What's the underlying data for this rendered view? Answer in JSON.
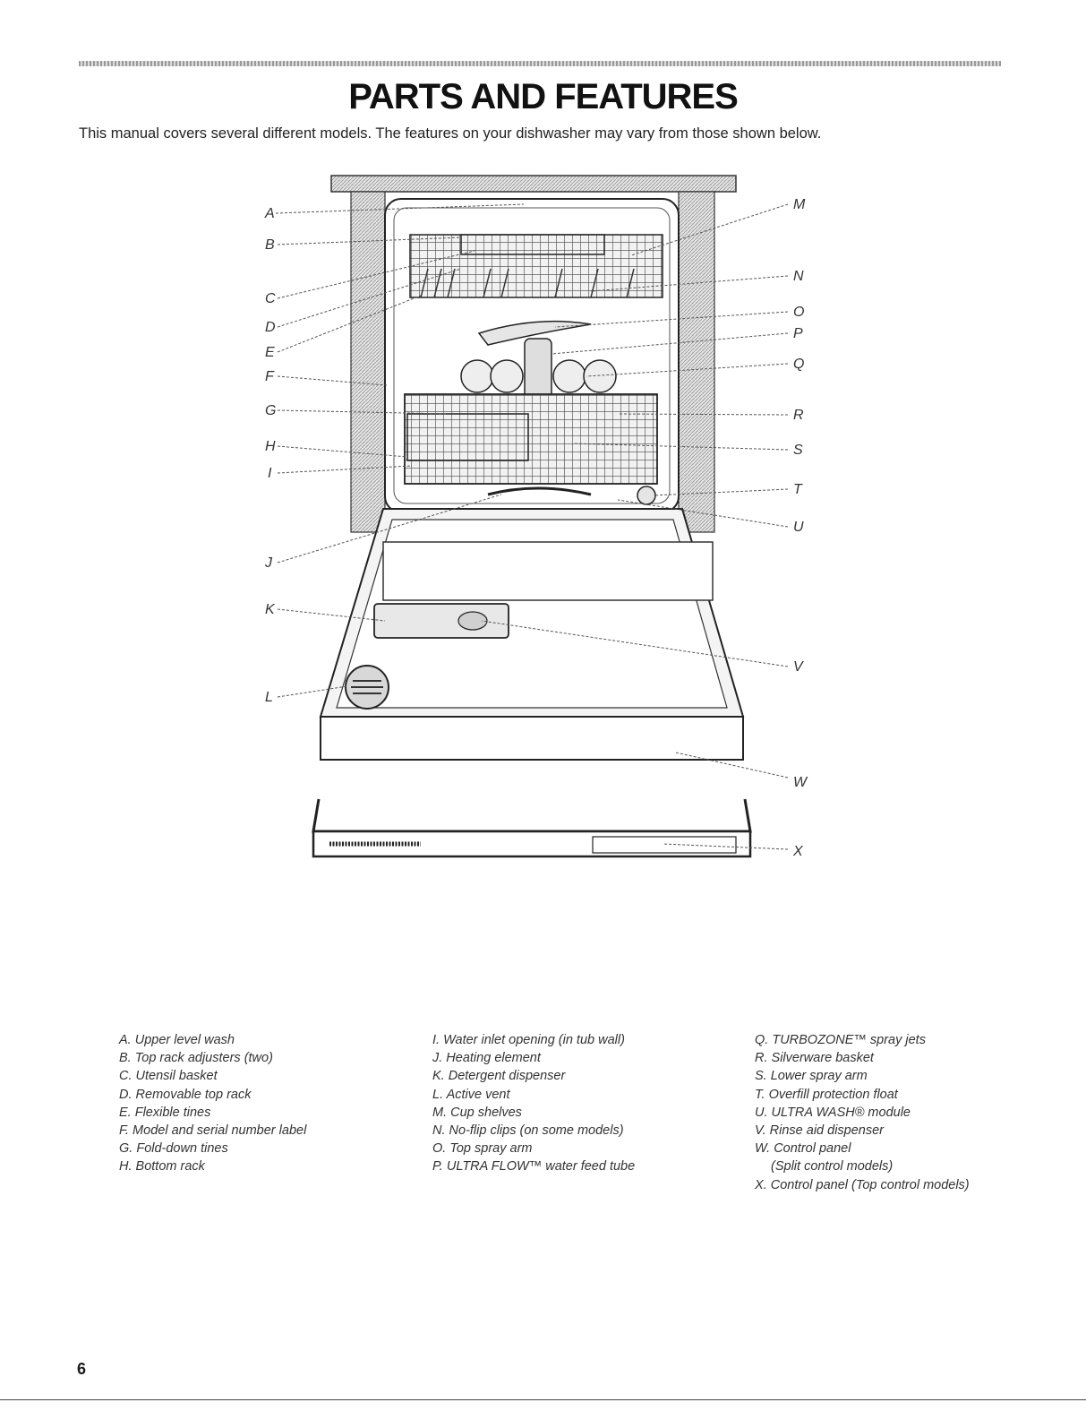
{
  "page": {
    "title": "PARTS AND FEATURES",
    "intro": "This manual covers several different models. The features on your dishwasher may vary from those shown below.",
    "page_number": "6"
  },
  "diagram": {
    "callouts": [
      "A",
      "B",
      "C",
      "D",
      "E",
      "F",
      "G",
      "H",
      "I",
      "J",
      "K",
      "L",
      "M",
      "N",
      "O",
      "P",
      "Q",
      "R",
      "S",
      "T",
      "U",
      "V",
      "W",
      "X"
    ]
  },
  "legend": {
    "col1": [
      "A. Upper level wash",
      "B. Top rack adjusters (two)",
      "C. Utensil basket",
      "D. Removable top rack",
      "E. Flexible tines",
      "F. Model and serial number label",
      "G. Fold-down tines",
      "H. Bottom rack"
    ],
    "col2": [
      "I. Water inlet opening (in tub wall)",
      "J. Heating element",
      "K. Detergent dispenser",
      "L. Active vent",
      "M. Cup shelves",
      "N. No-flip clips (on some models)",
      "O. Top spray arm",
      "P. ULTRA FLOW™ water feed tube"
    ],
    "col3": [
      "Q. TURBOZONE™ spray jets",
      "R. Silverware basket",
      "S. Lower spray arm",
      "T. Overfill protection float",
      "U. ULTRA WASH® module",
      "V. Rinse aid dispenser",
      "W. Control panel",
      "(Split control models)",
      "X. Control panel (Top control models)"
    ]
  }
}
